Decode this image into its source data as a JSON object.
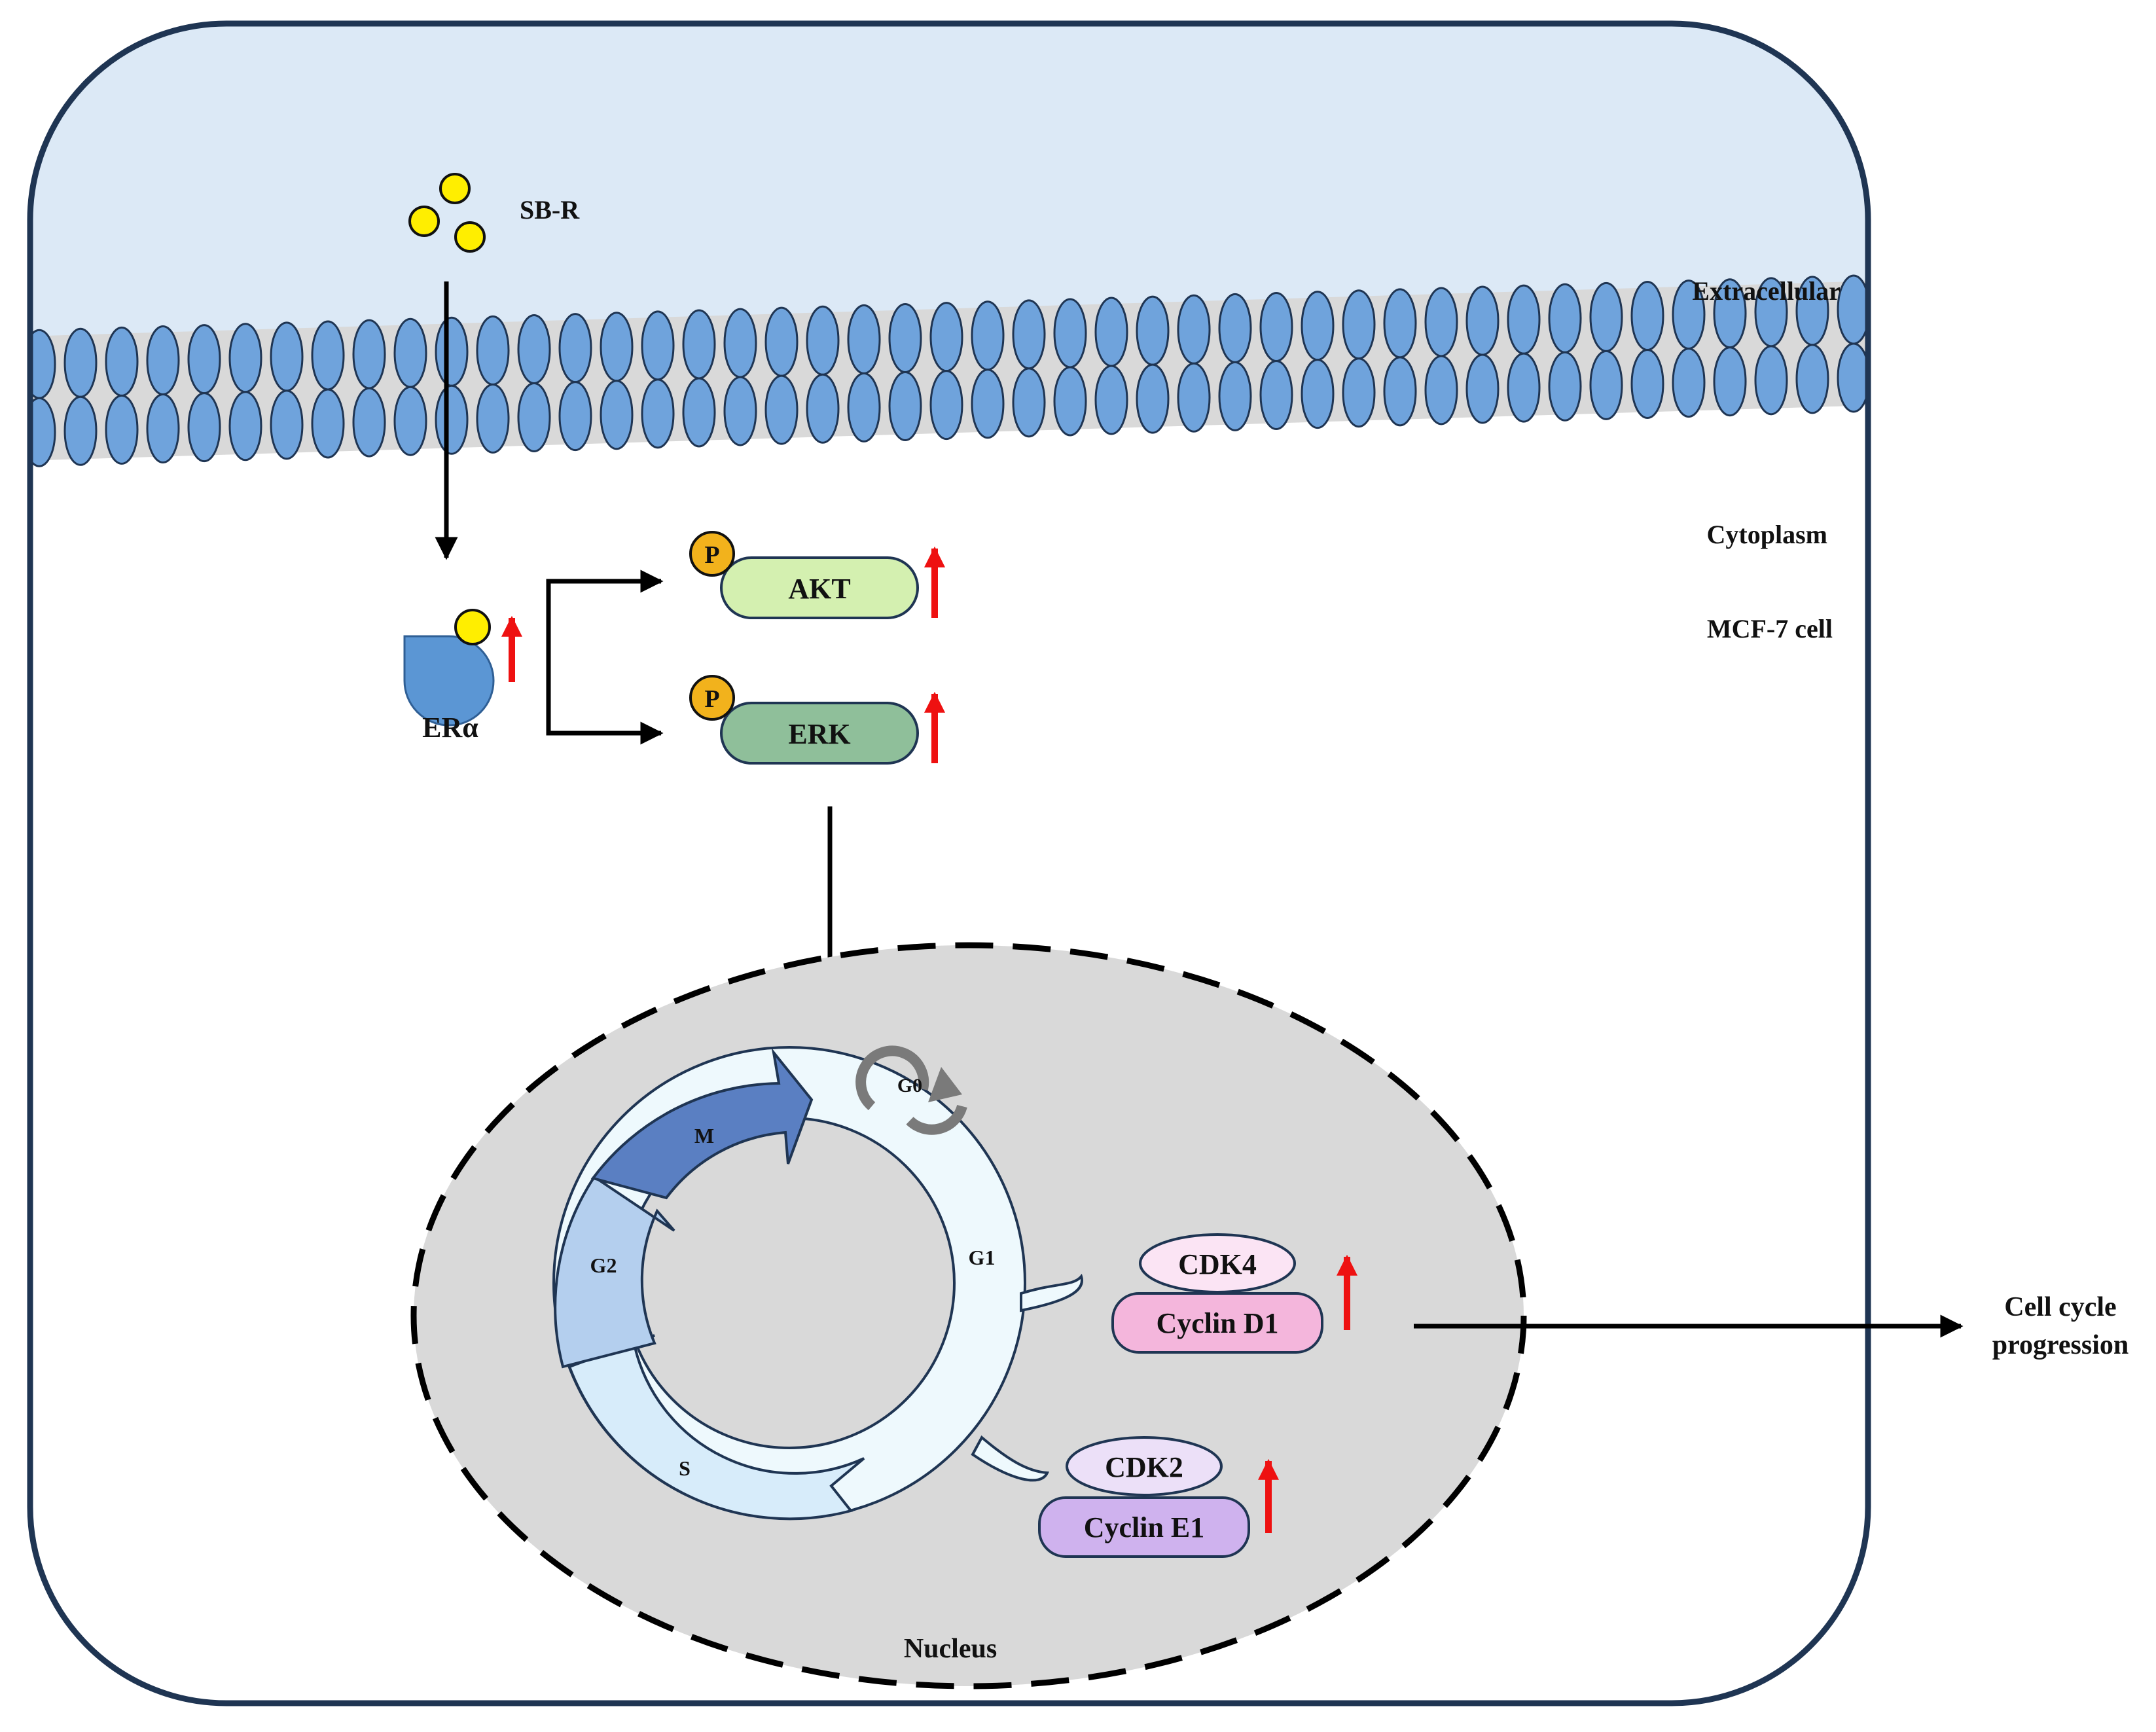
{
  "labels": {
    "ligand": "SB-R",
    "extracellular": "Extracellular",
    "cytoplasm": "Cytoplasm",
    "cell_line": "MCF-7 cell",
    "receptor": "ERα",
    "nucleus": "Nucleus",
    "outcome_line1": "Cell cycle",
    "outcome_line2": "progression"
  },
  "kinases": [
    {
      "name": "AKT",
      "phospho": "P",
      "trend": "up",
      "fill": "#d4f0b0"
    },
    {
      "name": "ERK",
      "phospho": "P",
      "trend": "up",
      "fill": "#8fbf9a"
    }
  ],
  "cell_cycle": {
    "phases": [
      "M",
      "G0",
      "G1",
      "G2",
      "S"
    ]
  },
  "complexes": [
    {
      "cdk": "CDK4",
      "cyclin": "Cyclin D1",
      "trend": "up",
      "cdk_fill": "#fbe4f4",
      "cyclin_fill": "#f4b6dc"
    },
    {
      "cdk": "CDK2",
      "cyclin": "Cyclin E1",
      "trend": "up",
      "cdk_fill": "#ece0f8",
      "cyclin_fill": "#cfb2ee"
    }
  ],
  "colors": {
    "extracellular_bg": "#dce9f6",
    "membrane_band": "#d9d9d9",
    "lipid_head": "#6fa3dc",
    "nucleus_fill": "#d9d9d9",
    "frame_stroke": "#1f3553",
    "up_arrow": "#ee1111",
    "phospho_fill": "#f2b21c",
    "ligand_fill": "#ffee00",
    "receptor_fill": "#5b96d4"
  }
}
